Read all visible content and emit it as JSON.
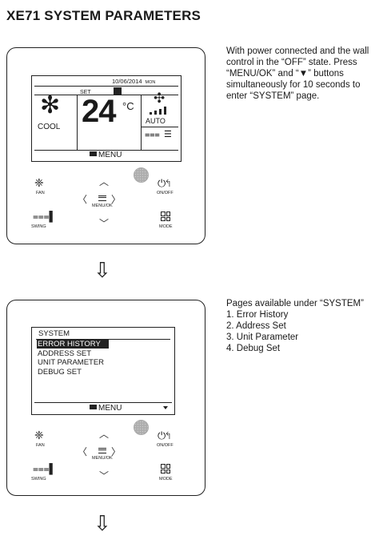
{
  "page": {
    "title": "XE71 SYSTEM PARAMETERS",
    "step1_text": "With power connected and the wall control in the “OFF” state. Press “MENU/OK” and “▼” buttons simultaneously for 10 seconds to enter “SYSTEM” page.",
    "step2_intro": "Pages available under “SYSTEM”",
    "step2_list": [
      "1. Error History",
      "2. Address Set",
      "3. Unit Parameter",
      "4. Debug Set"
    ]
  },
  "display1": {
    "date": "10/06/2014",
    "day": "MON",
    "set_label": "SET",
    "temperature": "24",
    "unit": "°C",
    "mode": "COOL",
    "fan_mode": "AUTO",
    "menu_label": "MENU"
  },
  "display2": {
    "header": "SYSTEM",
    "items": [
      "ERROR HISTORY",
      "ADDRESS SET",
      "UNIT PARAMETER",
      "DEBUG SET"
    ],
    "selected_index": 0,
    "menu_label": "MENU"
  },
  "buttons": {
    "fan": "FAN",
    "swing": "SWING",
    "menu_ok": "MENU/OK",
    "on_off": "ON/OFF",
    "mode": "MODE"
  },
  "icons": {
    "snowflake": "snowflake-icon",
    "fan": "fan-icon",
    "swing": "swing-icon",
    "power": "power-icon",
    "mode": "mode-icon",
    "arrow": "down-arrow-icon"
  },
  "fan_level_bars": 4
}
